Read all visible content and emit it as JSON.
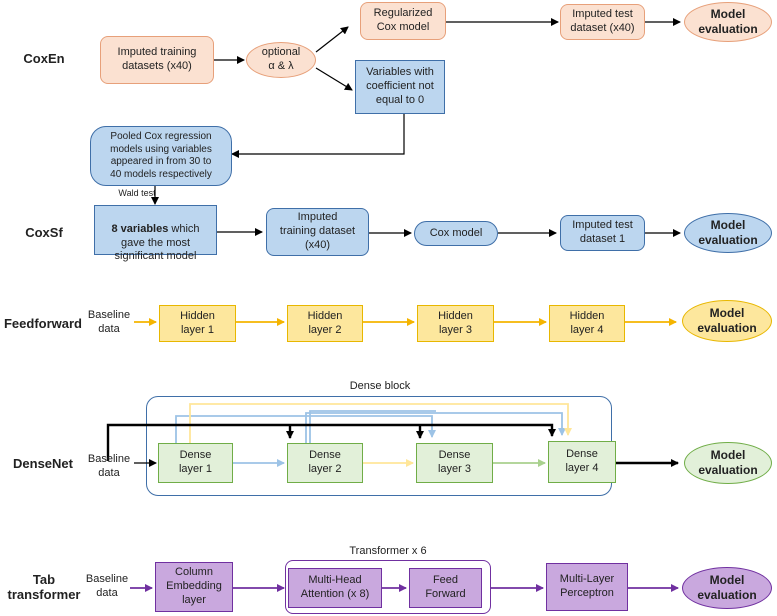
{
  "rows": {
    "coxen": "CoxEn",
    "coxsf": "CoxSf",
    "feedforward": "Feedforward",
    "densenet": "DenseNet",
    "tab": "Tab\ntransformer"
  },
  "coxen": {
    "training": "Imputed training\ndatasets (x40)",
    "optional": "optional\nα & λ",
    "regularized": "Regularized\nCox model",
    "test": "Imputed test\ndataset (x40)",
    "eval": "Model\nevaluation",
    "variables": "Variables with\ncoefficient not\nequal to 0"
  },
  "coxsf": {
    "pooled": "Pooled Cox regression\nmodels using variables\nappeared in from 30 to\n40 models respectively",
    "wald": "Wald test",
    "eight_bold": "8 variables",
    "eight_rest": " which\ngave the most\nsignificant model",
    "training": "Imputed\ntraining dataset\n(x40)",
    "cox": "Cox model",
    "test": "Imputed test\ndataset 1",
    "eval": "Model\nevaluation"
  },
  "feedforward": {
    "baseline": "Baseline\ndata",
    "h1": "Hidden\nlayer 1",
    "h2": "Hidden\nlayer 2",
    "h3": "Hidden\nlayer 3",
    "h4": "Hidden\nlayer 4",
    "eval": "Model\nevaluation"
  },
  "densenet": {
    "block": "Dense block",
    "baseline": "Baseline\ndata",
    "d1": "Dense\nlayer 1",
    "d2": "Dense\nlayer 2",
    "d3": "Dense\nlayer 3",
    "d4": "Dense\nlayer 4",
    "eval": "Model\nevaluation"
  },
  "tab": {
    "transformer": "Transformer x 6",
    "baseline": "Baseline\ndata",
    "embed": "Column\nEmbedding\nlayer",
    "mha": "Multi-Head\nAttention (x 8)",
    "ff": "Feed\nForward",
    "mlp": "Multi-Layer\nPerceptron",
    "eval": "Model\nevaluation"
  },
  "colors": {
    "orange": "#fbe1d1",
    "blue": "#bcd6ef",
    "yellow": "#fde79d",
    "green": "#e2f0d9",
    "purple": "#c9a8de"
  }
}
